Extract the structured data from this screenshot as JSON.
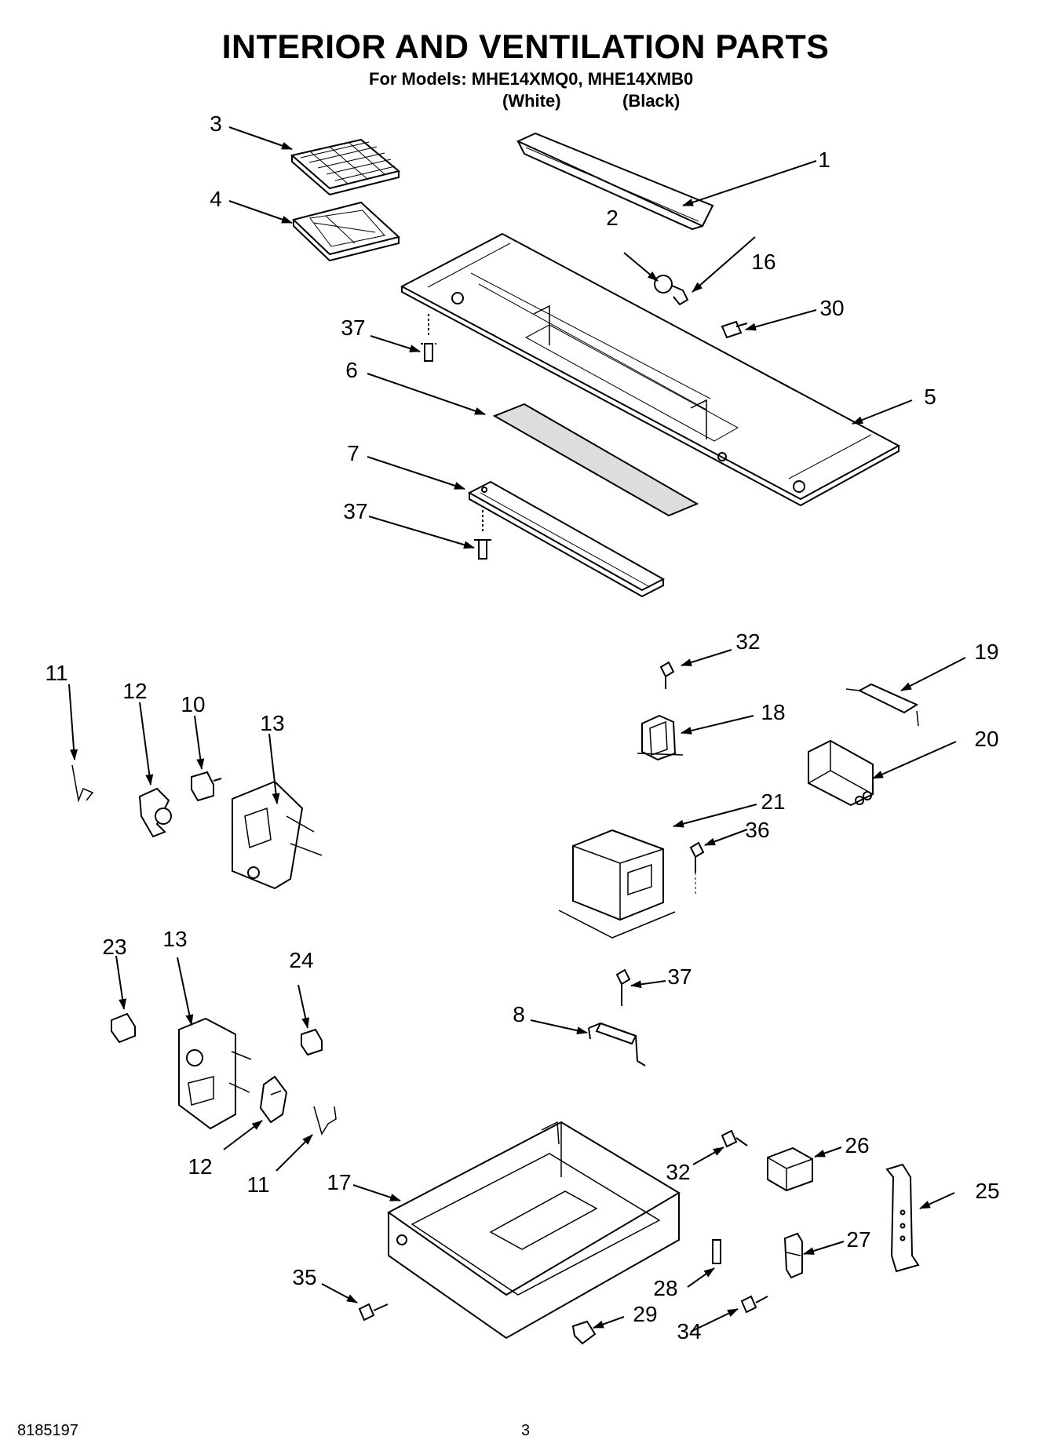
{
  "header": {
    "title": "INTERIOR AND VENTILATION PARTS",
    "models_line": "For Models: MHE14XMQ0, MHE14XMB0",
    "variant_white": "(White)",
    "variant_black": "(Black)"
  },
  "footer": {
    "doc_number": "8185197",
    "page_number": "3"
  },
  "callouts": {
    "c1": "1",
    "c2": "2",
    "c3": "3",
    "c4": "4",
    "c5": "5",
    "c6": "6",
    "c7": "7",
    "c8": "8",
    "c10": "10",
    "c11a": "11",
    "c11b": "11",
    "c12a": "12",
    "c12b": "12",
    "c13a": "13",
    "c13b": "13",
    "c16": "16",
    "c17": "17",
    "c18": "18",
    "c19": "19",
    "c20": "20",
    "c21": "21",
    "c23": "23",
    "c24": "24",
    "c25": "25",
    "c26": "26",
    "c27": "27",
    "c28": "28",
    "c29": "29",
    "c30": "30",
    "c32a": "32",
    "c32b": "32",
    "c34": "34",
    "c35": "35",
    "c36": "36",
    "c37a": "37",
    "c37b": "37",
    "c37c": "37"
  }
}
